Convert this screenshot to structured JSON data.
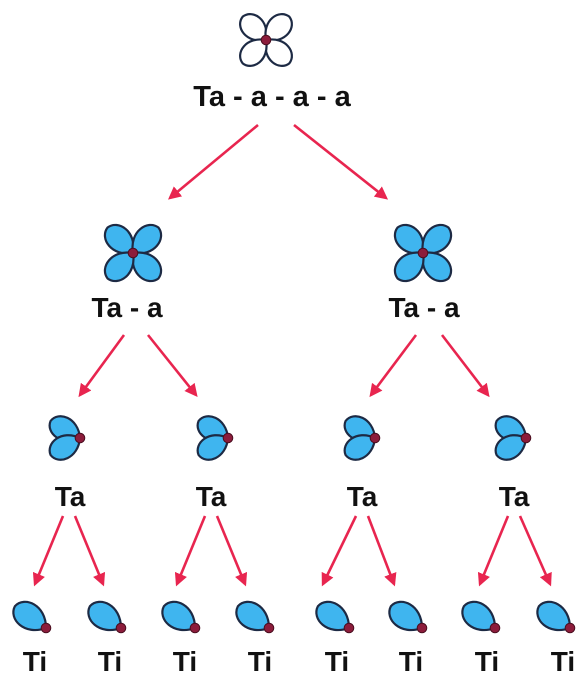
{
  "colors": {
    "petal_fill_blue": "#3fb5ef",
    "petal_fill_white": "#ffffff",
    "petal_stroke": "#1d2a44",
    "center_dot": "#8c1c3b",
    "arrow": "#e8254f",
    "text": "#111111"
  },
  "icons": {
    "whole_note": "four-petal-outline-flower-icon",
    "half_note": "four-petal-blue-flower-icon",
    "quarter_note": "two-petal-blue-flower-icon",
    "eighth_note": "one-petal-blue-flower-icon"
  },
  "levels": [
    {
      "label": "Ta - a - a - a",
      "count": 1
    },
    {
      "label": "Ta - a",
      "count": 2
    },
    {
      "label": "Ta",
      "count": 4
    },
    {
      "label": "Ti",
      "count": 8
    }
  ]
}
